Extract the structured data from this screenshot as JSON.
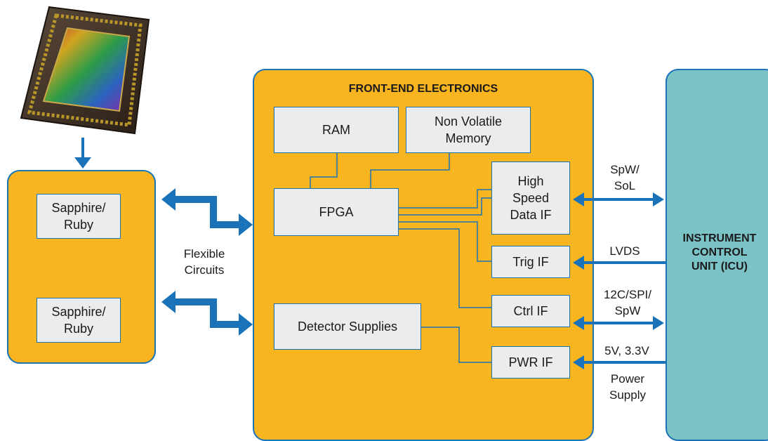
{
  "front_end": {
    "title": "FRONT-END ELECTRONICS"
  },
  "blocks": {
    "ram": "RAM",
    "nvm": "Non Volatile\nMemory",
    "fpga": "FPGA",
    "hsdif": "High\nSpeed\nData IF",
    "trig": "Trig IF",
    "ctrl": "Ctrl IF",
    "pwr": "PWR IF",
    "supplies": "Detector Supplies"
  },
  "detectors": {
    "top": "Sapphire/\nRuby",
    "bottom": "Sapphire/\nRuby"
  },
  "flex_label": "Flexible\nCircuits",
  "icu": {
    "label": "INSTRUMENT\nCONTROL\nUNIT (ICU)"
  },
  "links": {
    "spw_sol": "SpW/\nSoL",
    "lvds": "LVDS",
    "i2c": "12C/SPI/\nSpW",
    "power_v": "5V, 3.3V",
    "power_supply": "Power\nSupply"
  },
  "colors": {
    "panel": "#f8b520",
    "icu": "#7cc3c8",
    "box": "#ececec",
    "border": "#1a73b8",
    "arrow": "#1a73b8"
  }
}
